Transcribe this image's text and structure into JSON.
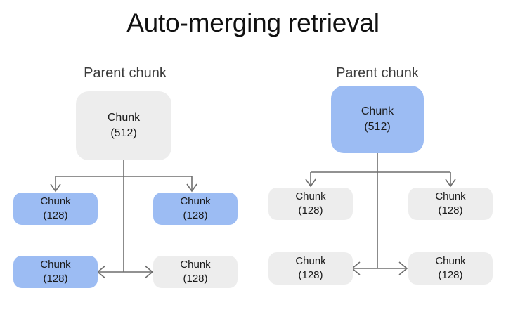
{
  "title": "Auto-merging retrieval",
  "colors": {
    "background": "#ffffff",
    "highlight_blue": "#9cbcf3",
    "neutral_grey": "#ededed",
    "connector_grey": "#6e6e6e",
    "title_text": "#111111",
    "label_text": "#3c3c3c"
  },
  "panels": [
    {
      "id": "left",
      "label": "Parent chunk",
      "parent": {
        "line1": "Chunk",
        "line2": "(512)",
        "state": "neutral"
      },
      "children": [
        {
          "position": "top-left",
          "line1": "Chunk",
          "line2": "(128)",
          "state": "highlighted"
        },
        {
          "position": "top-right",
          "line1": "Chunk",
          "line2": "(128)",
          "state": "highlighted"
        },
        {
          "position": "bottom-left",
          "line1": "Chunk",
          "line2": "(128)",
          "state": "highlighted"
        },
        {
          "position": "bottom-right",
          "line1": "Chunk",
          "line2": "(128)",
          "state": "neutral"
        }
      ]
    },
    {
      "id": "right",
      "label": "Parent chunk",
      "parent": {
        "line1": "Chunk",
        "line2": "(512)",
        "state": "highlighted"
      },
      "children": [
        {
          "position": "top-left",
          "line1": "Chunk",
          "line2": "(128)",
          "state": "neutral"
        },
        {
          "position": "top-right",
          "line1": "Chunk",
          "line2": "(128)",
          "state": "neutral"
        },
        {
          "position": "bottom-left",
          "line1": "Chunk",
          "line2": "(128)",
          "state": "neutral"
        },
        {
          "position": "bottom-right",
          "line1": "Chunk",
          "line2": "(128)",
          "state": "neutral"
        }
      ]
    }
  ]
}
